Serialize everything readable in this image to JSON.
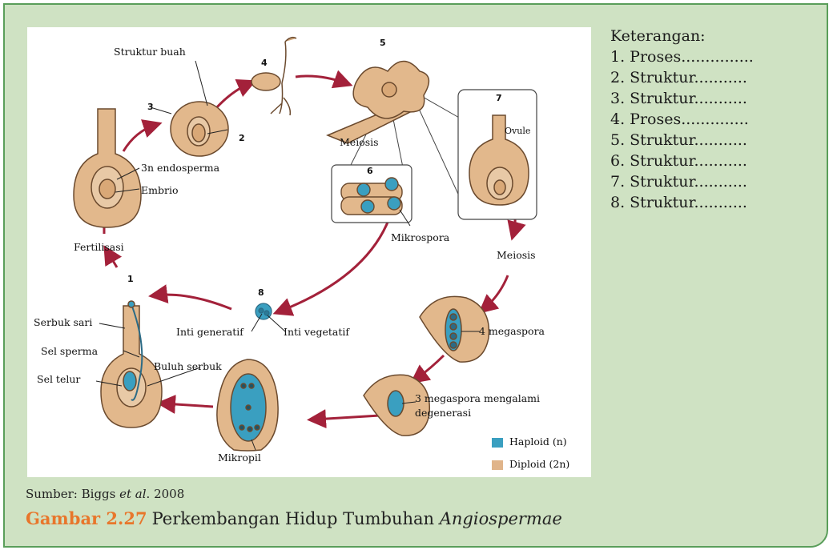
{
  "diagram": {
    "labels": {
      "struktur_buah": "Struktur buah",
      "endosperma": "3n endosperma",
      "embrio": "Embrio",
      "fertilisasi": "Fertilisasi",
      "serbuk_sari": "Serbuk sari",
      "sel_sperma": "Sel sperma",
      "sel_telur": "Sel telur",
      "buluh_serbuk": "Buluh serbuk",
      "inti_generatif": "Inti generatif",
      "inti_vegetatif": "Inti vegetatif",
      "meiosis_top": "Meiosis",
      "mikrospora": "Mikrospora",
      "ovule": "Ovule",
      "meiosis_right": "Meiosis",
      "megaspora": "4 megaspora",
      "degenerasi_1": "3 megaspora mengalami",
      "degenerasi_2": "degenerasi",
      "mikropil": "Mikropil"
    },
    "numbers": {
      "n1": "1",
      "n2": "2",
      "n3": "3",
      "n4": "4",
      "n5": "5",
      "n6": "6",
      "n7": "7",
      "n8": "8"
    },
    "legend": {
      "haploid": {
        "label": "Haploid (n)",
        "color": "#3a9fc0"
      },
      "diploid": {
        "label": "Diploid (2n)",
        "color": "#e0b48a"
      }
    },
    "colors": {
      "tissue": "#e2b88c",
      "outline": "#6b4a2e",
      "arrow": "#a3213a",
      "haploid": "#3a9fc0"
    }
  },
  "keterangan": {
    "title": "Keterangan:",
    "items": [
      "1. Proses...............",
      "2. Struktur...........",
      "3. Struktur...........",
      "4. Proses..............",
      "5. Struktur...........",
      "6. Struktur...........",
      "7. Struktur...........",
      "8. Struktur..........."
    ]
  },
  "source": {
    "prefix": "Sumber: Biggs ",
    "etal": "et al",
    "suffix": ". 2008"
  },
  "caption": {
    "number": "Gambar 2.27",
    "text": "Perkembangan Hidup Tumbuhan ",
    "italic": "Angiospermae"
  }
}
